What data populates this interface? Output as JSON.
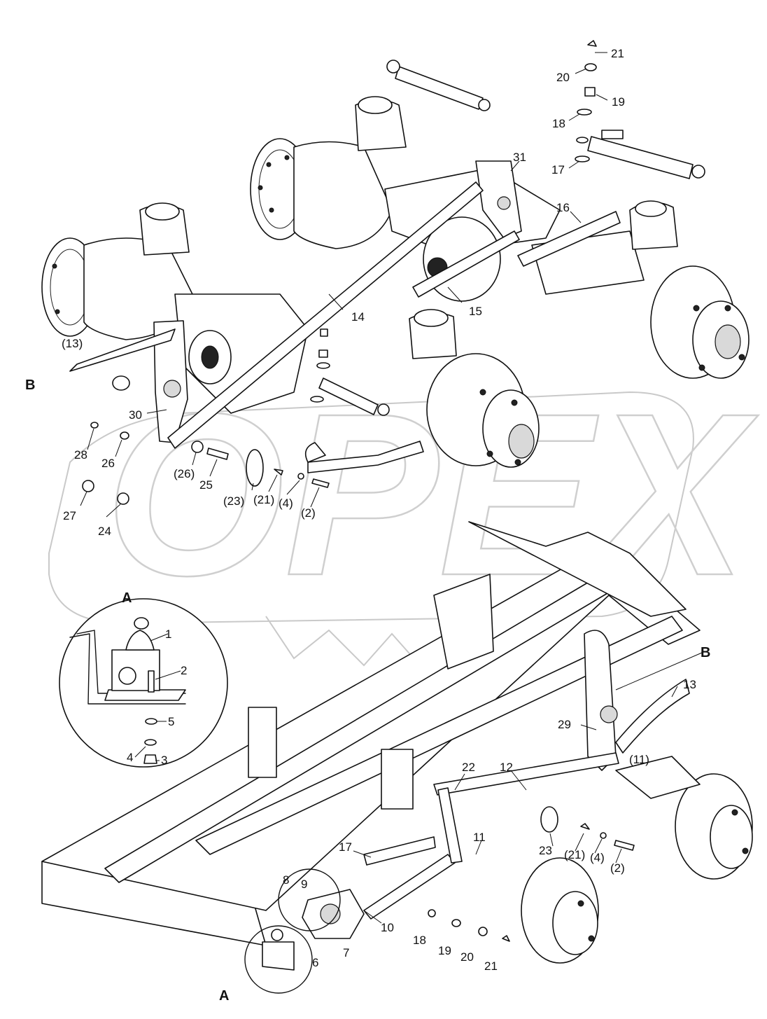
{
  "watermark": {
    "text": "OPEX"
  },
  "section_labels": {
    "a_top": "A",
    "a_bottom": "A",
    "b_left": "B",
    "b_right": "B"
  },
  "callouts": {
    "c21_top": "21",
    "c20_top": "20",
    "c19_top": "19",
    "c18_top": "18",
    "c17_top": "17",
    "c31": "31",
    "c16": "16",
    "c14": "14",
    "c15": "15",
    "c13_paren": "(13)",
    "c30": "30",
    "c28": "28",
    "c26": "26",
    "c26_paren": "(26)",
    "c25": "25",
    "c23_paren_top": "(23)",
    "c21_paren_top": "(21)",
    "c4_paren_top": "(4)",
    "c2_paren_top": "(2)",
    "c27": "27",
    "c24": "24",
    "d1": "1",
    "d2": "2",
    "d5": "5",
    "d4": "4",
    "d3": "3",
    "c13": "13",
    "c29": "29",
    "c11_paren": "(11)",
    "c12": "12",
    "c22": "22",
    "c23": "23",
    "c21_paren": "(21)",
    "c4_paren": "(4)",
    "c2_paren": "(2)",
    "c17": "17",
    "c11": "11",
    "c8": "8",
    "c9": "9",
    "c10": "10",
    "c18": "18",
    "c19": "19",
    "c20": "20",
    "c21": "21",
    "c6": "6",
    "c7": "7"
  }
}
